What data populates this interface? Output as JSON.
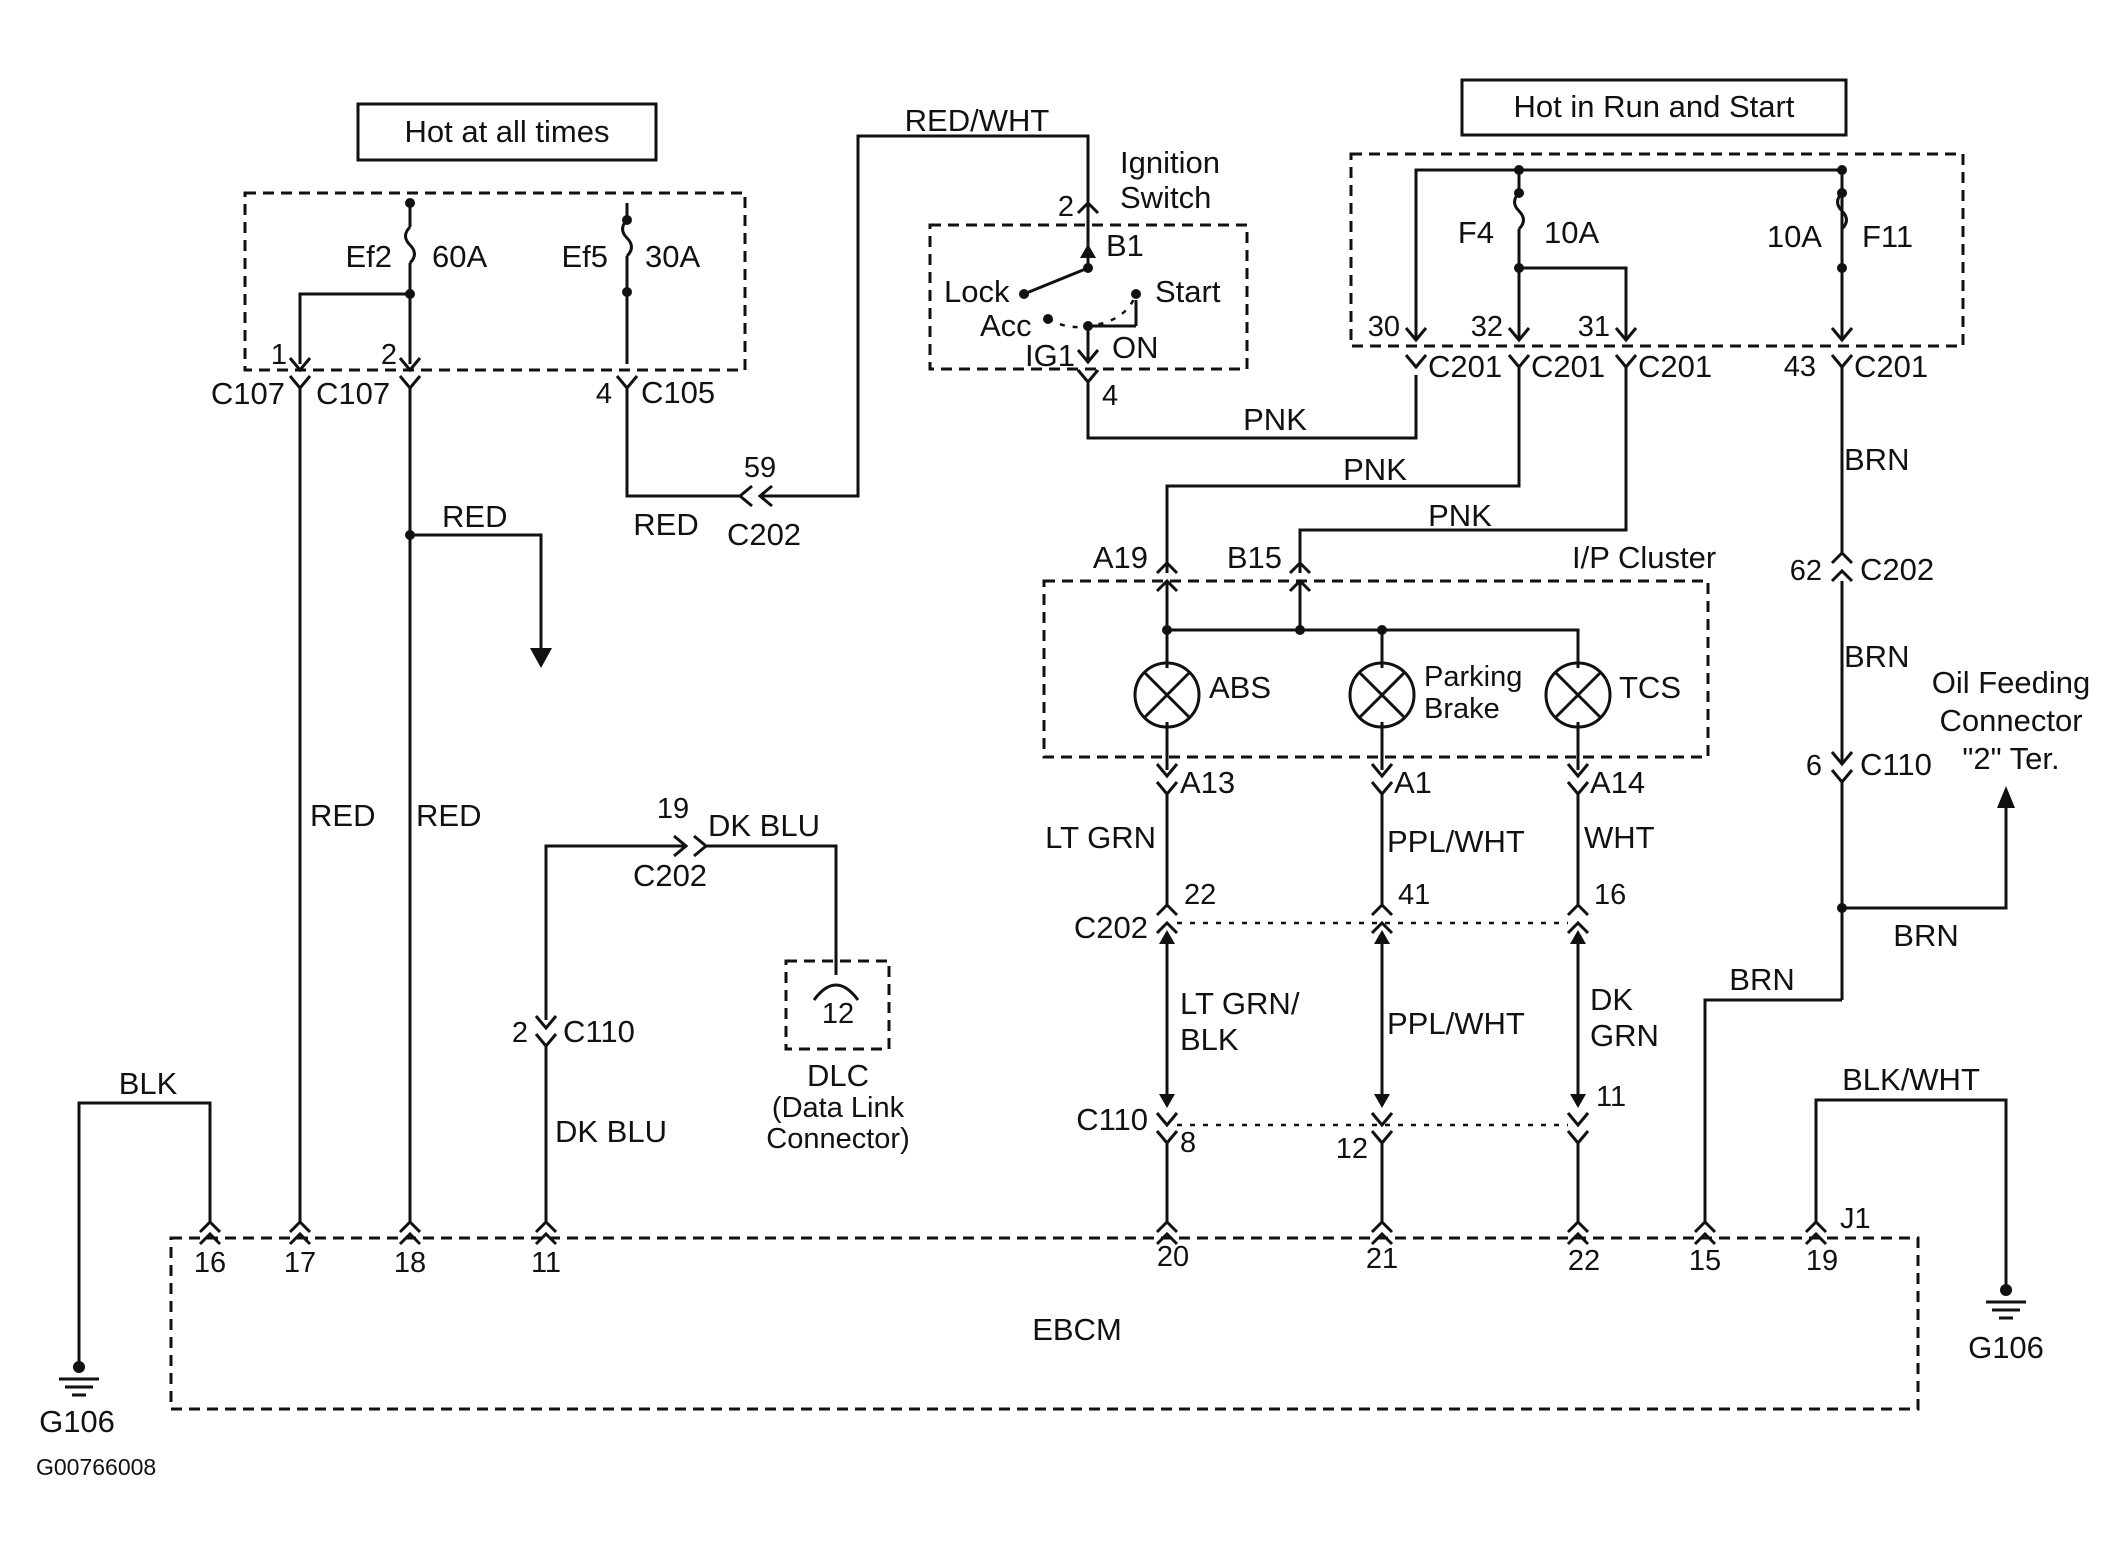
{
  "labels": {
    "hot_all": "Hot at all times",
    "hot_run": "Hot in Run and Start",
    "ignition": [
      "Ignition",
      "Switch"
    ],
    "lock": "Lock",
    "acc": "Acc",
    "start": "Start",
    "on": "ON",
    "ig1": "IG1",
    "b1": "B1",
    "ip_cluster": "I/P Cluster",
    "ebcm": "EBCM",
    "dlc": [
      "DLC",
      "(Data Link",
      "Connector)"
    ],
    "oil": [
      "Oil Feeding",
      "Connector",
      "\"2\" Ter."
    ],
    "g106": "G106",
    "figure_id": "G00766008"
  },
  "fuses": {
    "ef2": "Ef2",
    "ef2_amp": "60A",
    "ef5": "Ef5",
    "ef5_amp": "30A",
    "f4": "F4",
    "f4_amp": "10A",
    "f11": "F11",
    "f11_amp": "10A"
  },
  "lamps": {
    "abs": "ABS",
    "parking": [
      "Parking",
      "Brake"
    ],
    "tcs": "TCS"
  },
  "connectors": {
    "c107": "C107",
    "c105": "C105",
    "c202": "C202",
    "c201": "C201",
    "c110": "C110",
    "a19": "A19",
    "b15": "B15",
    "a13": "A13",
    "a1": "A1",
    "a14": "A14",
    "j1": "J1"
  },
  "pins": {
    "p1": "1",
    "p2": "2",
    "p4": "4",
    "p59": "59",
    "p2b": "2",
    "p4b": "4",
    "p30": "30",
    "p32": "32",
    "p31": "31",
    "p43": "43",
    "p62": "62",
    "p6": "6",
    "p19": "19",
    "p2c": "2",
    "p22": "22",
    "p41": "41",
    "p16": "16",
    "p8": "8",
    "p12": "12",
    "p11": "11",
    "dlc12": "12",
    "e16": "16",
    "e17": "17",
    "e18": "18",
    "e11": "11",
    "e20": "20",
    "e21": "21",
    "e22": "22",
    "e15": "15",
    "e19": "19"
  },
  "wires": {
    "red_wht": "RED/WHT",
    "red1": "RED",
    "red2": "RED",
    "red3": "RED",
    "red4": "RED",
    "pnk1": "PNK",
    "pnk2": "PNK",
    "pnk3": "PNK",
    "brn1": "BRN",
    "brn2": "BRN",
    "brn3": "BRN",
    "brn4": "BRN",
    "dk_blu1": "DK BLU",
    "dk_blu2": "DK BLU",
    "lt_grn": "LT GRN",
    "lt_grn_blk": [
      "LT GRN/",
      "BLK"
    ],
    "ppl_wht1": "PPL/WHT",
    "ppl_wht2": "PPL/WHT",
    "wht": "WHT",
    "dk_grn": [
      "DK",
      "GRN"
    ],
    "blk": "BLK",
    "blk_wht": "BLK/WHT"
  }
}
